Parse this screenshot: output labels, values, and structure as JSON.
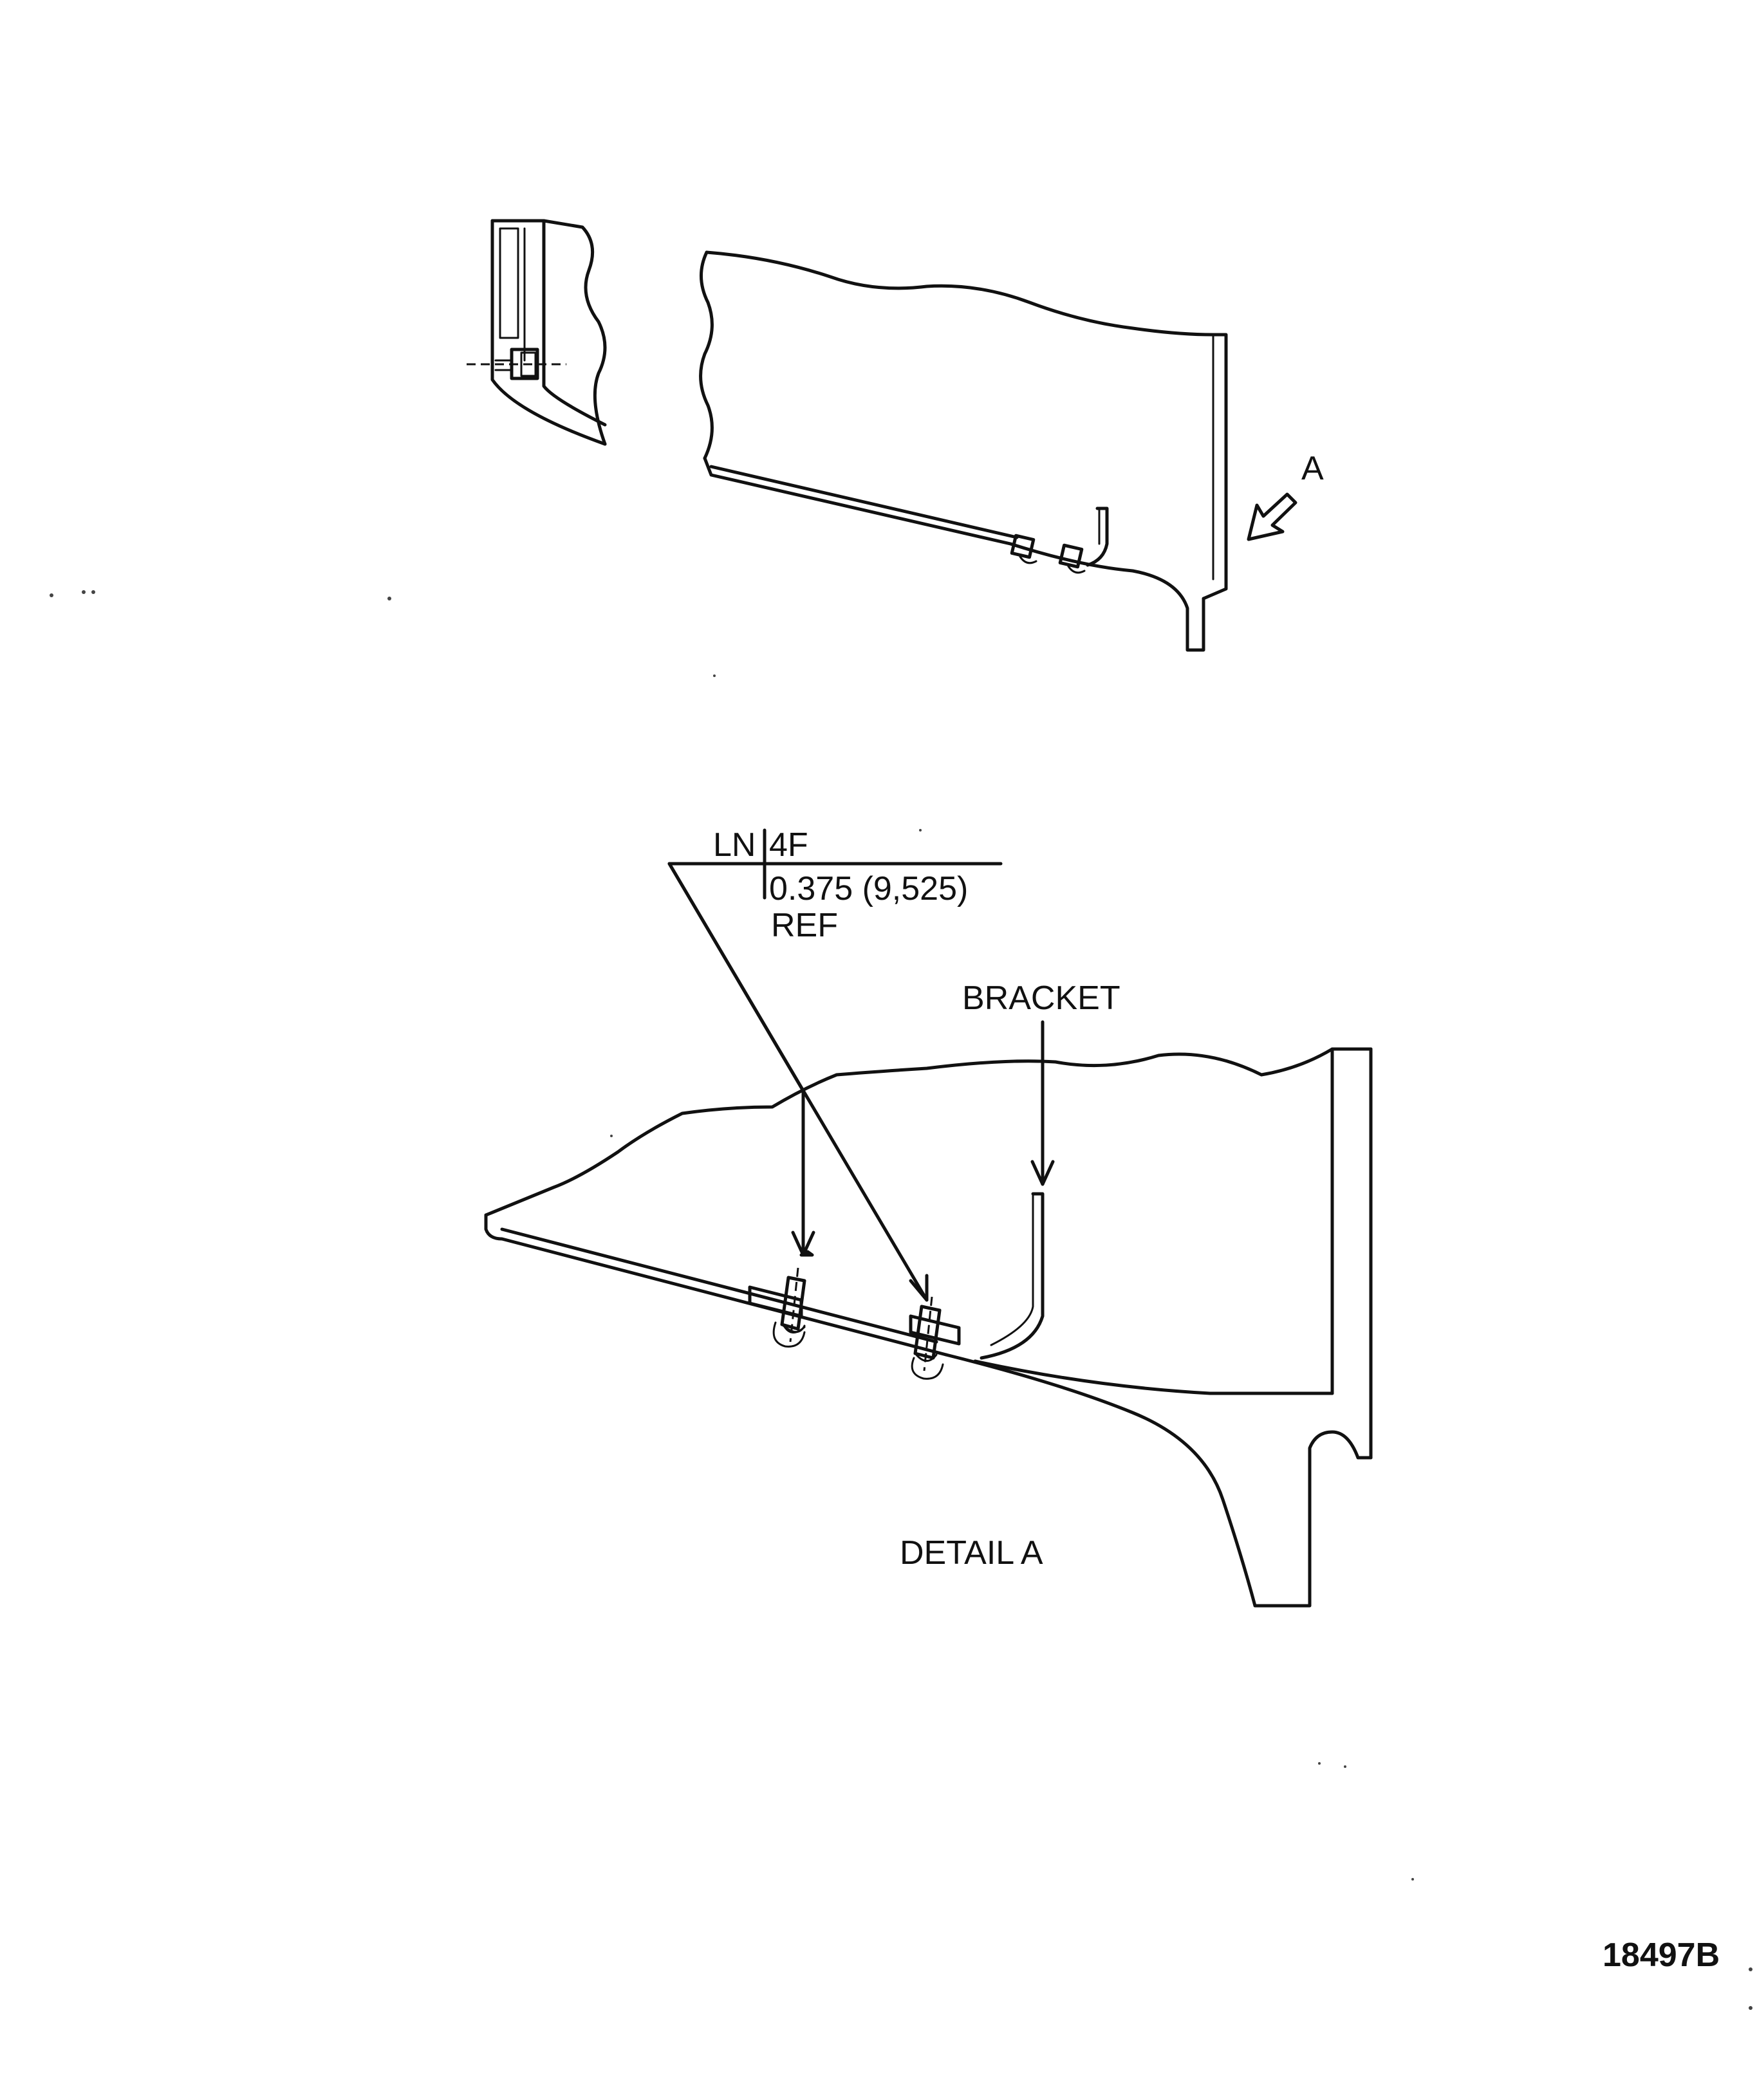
{
  "view_label": "A",
  "callout": {
    "code": "LN",
    "designator": "4F",
    "dimension": "0.375 (9,525)",
    "reference": "REF"
  },
  "bracket_label": "BRACKET",
  "detail_title": "DETAIL A",
  "figure_id": "18497B"
}
